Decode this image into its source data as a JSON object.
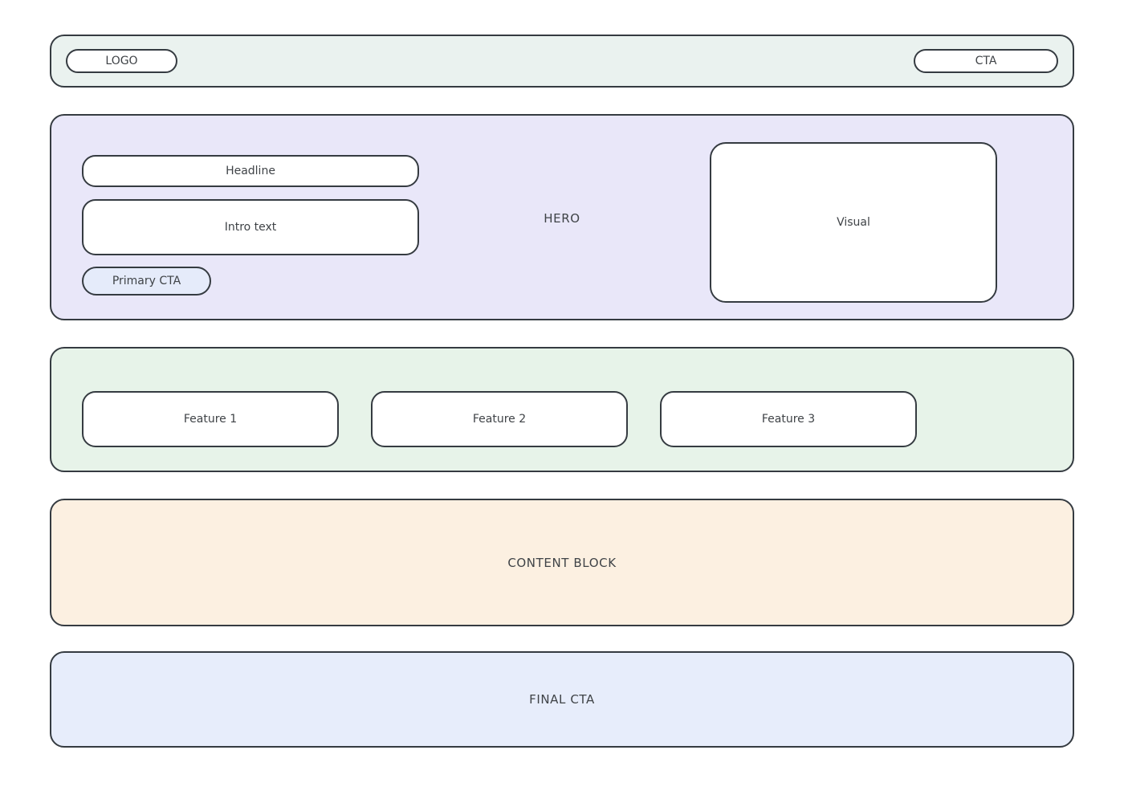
{
  "colors": {
    "border": "#353b41",
    "text": "#3f4347",
    "topbar_bg": "#eaf2ef",
    "hero_bg": "#e9e7f9",
    "primary_cta_bg": "#e5ebfa",
    "features_bg": "#e7f3e9",
    "content_bg": "#fcf0e1",
    "final_bg": "#e7edfb",
    "card_bg": "#ffffff"
  },
  "topbar": {
    "logo_label": "LOGO",
    "cta_label": "CTA"
  },
  "hero": {
    "section_label": "HERO",
    "headline_label": "Headline",
    "intro_label": "Intro text",
    "primary_cta_label": "Primary CTA",
    "visual_label": "Visual"
  },
  "features": {
    "items": [
      {
        "label": "Feature 1"
      },
      {
        "label": "Feature 2"
      },
      {
        "label": "Feature 3"
      }
    ]
  },
  "content_block": {
    "label": "CONTENT BLOCK"
  },
  "final_cta": {
    "label": "FINAL CTA"
  }
}
